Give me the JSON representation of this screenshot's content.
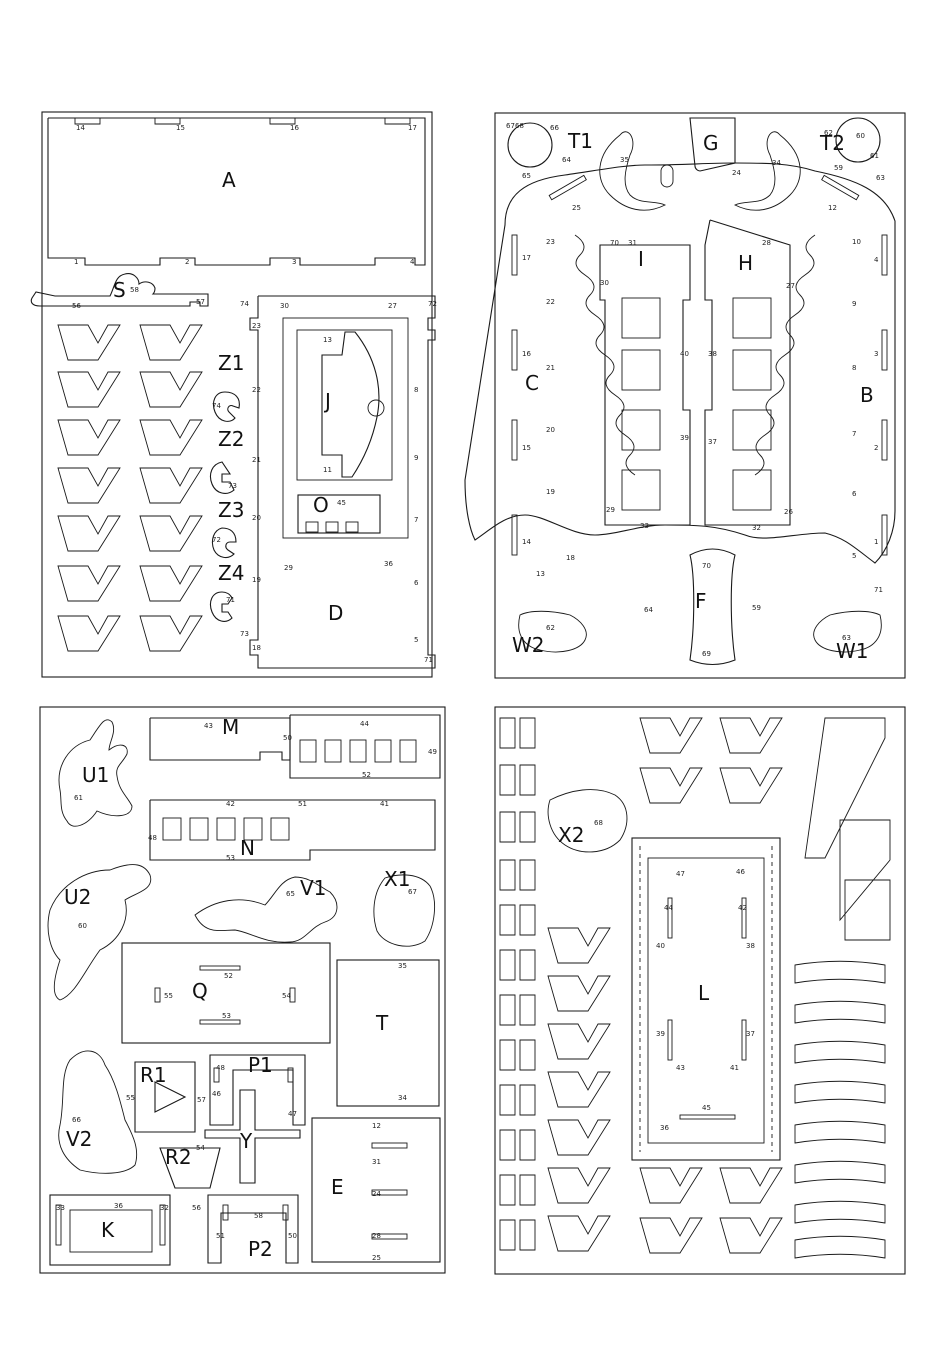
{
  "sheets": [
    {
      "id": "sheet-1",
      "part_labels": [
        "A",
        "S",
        "Z1",
        "Z2",
        "Z3",
        "Z4",
        "J",
        "O",
        "D"
      ],
      "numbers": [
        "14",
        "15",
        "16",
        "17",
        "1",
        "2",
        "3",
        "4",
        "56",
        "58",
        "57",
        "74",
        "30",
        "27",
        "72",
        "23",
        "13",
        "22",
        "8",
        "21",
        "9",
        "20",
        "7",
        "19",
        "6",
        "18",
        "5",
        "11",
        "45",
        "29",
        "36",
        "73",
        "71",
        "74",
        "73",
        "72",
        "71"
      ]
    },
    {
      "id": "sheet-2",
      "part_labels": [
        "T1",
        "G",
        "T2",
        "I",
        "H",
        "C",
        "B",
        "F",
        "W2",
        "W1"
      ],
      "numbers": [
        "67",
        "68",
        "66",
        "64",
        "65",
        "35",
        "24",
        "34",
        "62",
        "60",
        "61",
        "59",
        "63",
        "25",
        "12",
        "23",
        "10",
        "17",
        "4",
        "22",
        "9",
        "16",
        "3",
        "21",
        "8",
        "20",
        "7",
        "15",
        "2",
        "19",
        "6",
        "14",
        "1",
        "18",
        "5",
        "13",
        "70",
        "31",
        "30",
        "28",
        "27",
        "40",
        "38",
        "39",
        "37",
        "29",
        "33",
        "32",
        "26",
        "70",
        "69",
        "64",
        "62",
        "59",
        "63",
        "71"
      ]
    },
    {
      "id": "sheet-3",
      "part_labels": [
        "M",
        "U1",
        "N",
        "U2",
        "V1",
        "X1",
        "Q",
        "T",
        "R1",
        "P1",
        "Y",
        "V2",
        "R2",
        "E",
        "K",
        "P2"
      ],
      "numbers": [
        "43",
        "50",
        "44",
        "49",
        "52",
        "61",
        "42",
        "51",
        "41",
        "48",
        "53",
        "65",
        "67",
        "60",
        "35",
        "52",
        "55",
        "54",
        "53",
        "46",
        "48",
        "47",
        "55",
        "57",
        "31",
        "12",
        "66",
        "54",
        "34",
        "24",
        "56",
        "58",
        "33",
        "36",
        "32",
        "51",
        "50",
        "28",
        "25"
      ]
    },
    {
      "id": "sheet-4",
      "part_labels": [
        "X2",
        "L"
      ],
      "numbers": [
        "68",
        "47",
        "46",
        "44",
        "42",
        "40",
        "38",
        "39",
        "37",
        "43",
        "41",
        "45",
        "36"
      ]
    }
  ]
}
